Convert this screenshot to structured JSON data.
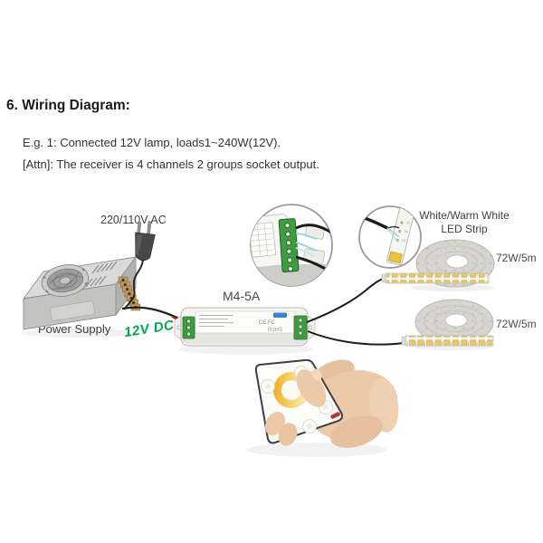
{
  "page": {
    "background": "#ffffff"
  },
  "header": {
    "title": "6. Wiring Diagram:",
    "example": "E.g. 1: Connected 12V lamp, loads1~240W(12V).",
    "attention": "[Attn]: The receiver is 4 channels 2 groups socket output."
  },
  "diagram": {
    "ac_label": "220/110V AC",
    "power_supply_label": "Power Supply",
    "dc_label": "12V DC",
    "receiver_model": "M4-5A",
    "receiver_marks": {
      "ce_fc": "CE FC",
      "rohs": "RoHS"
    },
    "strip_type_line1": "White/Warm White",
    "strip_type_line2": "LED Strip",
    "strip1_rating": "72W/5m",
    "strip2_rating": "72W/5m"
  },
  "colors": {
    "dc_label_green": "#00A651",
    "terminal_green": "#3F9C40",
    "wire_black": "#1C1C1C",
    "wire_red": "#CC2A00",
    "wire_cyan": "#8FD4E4",
    "touch_ring_yellow": "#F0B82C",
    "remote_logo_red": "#C13232",
    "led_yellow": "#EAC960"
  }
}
